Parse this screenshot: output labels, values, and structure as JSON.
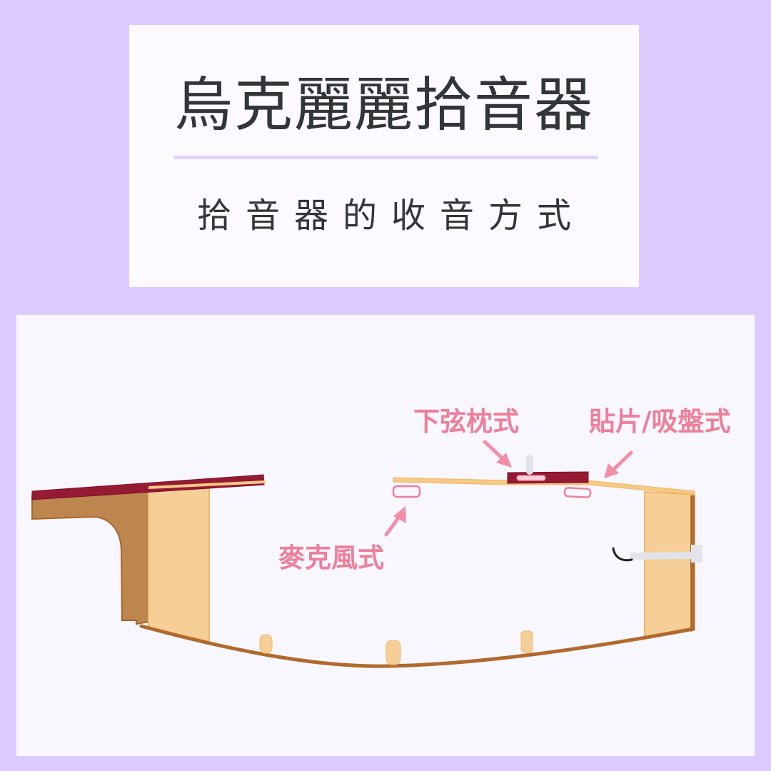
{
  "title_card": {
    "title": "烏克麗麗拾音器",
    "subtitle": "拾音器的收音方式"
  },
  "diagram": {
    "subject": "ukulele body cross-section",
    "labels": {
      "under_saddle": "下弦枕式",
      "contact_sticker": "貼片/吸盤式",
      "microphone": "麥克風式"
    },
    "icons": [
      "arrow-icon",
      "arrow-icon",
      "arrow-icon"
    ],
    "colors": {
      "background": "#dccbff",
      "card": "#fdfaff",
      "panel": "#f8f7fd",
      "text": "#333638",
      "label_pink": "#ee7f9a",
      "fretboard": "#951b35",
      "neck_wood": "#be864f",
      "body_wood": "#f6cf98",
      "outline_wood": "#b06a2e",
      "jack": "#e3e3ea"
    }
  }
}
